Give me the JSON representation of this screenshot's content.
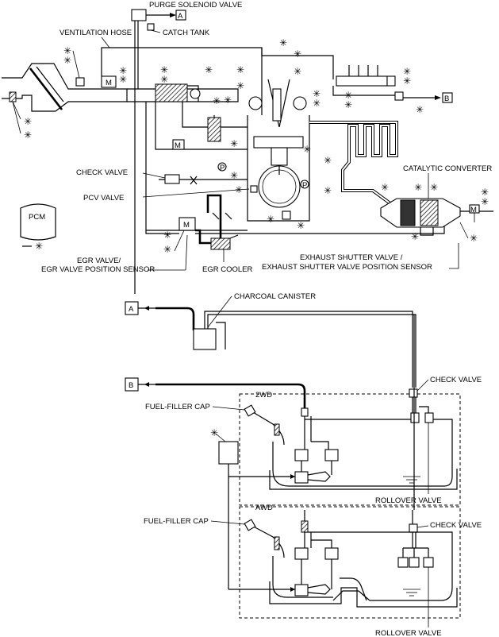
{
  "labels": {
    "purge_solenoid_valve": "PURGE SOLENOID VALVE",
    "catch_tank": "CATCH TANK",
    "ventilation_hose": "VENTILATION HOSE",
    "check_valve_top": "CHECK VALVE",
    "catalytic_converter": "CATALYTIC CONVERTER",
    "pcv_valve": "PCV VALVE",
    "pcm": "PCM",
    "egr_valve_line1": "EGR VALVE/",
    "egr_valve_line2": "EGR VALVE POSITION SENSOR",
    "egr_cooler": "EGR COOLER",
    "exhaust_shutter_line1": "EXHAUST SHUTTER VALVE /",
    "exhaust_shutter_line2": "EXHAUST SHUTTER VALVE POSITION SENSOR",
    "charcoal_canister": "CHARCOAL CANISTER",
    "check_valve_2wd": "CHECK VALVE",
    "fuel_filler_cap_2wd": "FUEL-FILLER CAP",
    "label_2wd": "2WD",
    "rollover_valve_2wd": "ROLLOVER VALVE",
    "fuel_filler_cap_awd": "FUEL-FILLER CAP",
    "label_awd": "AWD",
    "check_valve_awd": "CHECK VALVE",
    "rollover_valve_awd": "ROLLOVER VALVE",
    "connector_a": "A",
    "connector_b": "B",
    "sensor_mark": "✳",
    "motor_mark": "M",
    "pressure_mark": "P"
  }
}
